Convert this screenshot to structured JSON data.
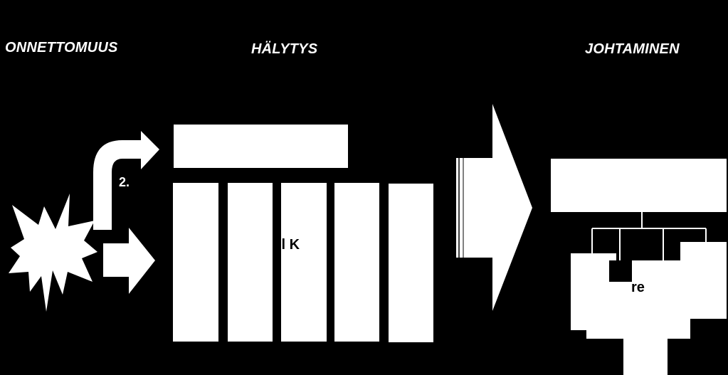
{
  "headings": {
    "accident": "ONNETTOMUUS",
    "alert": "HÄLYTYS",
    "command": "JOHTAMINEN"
  },
  "labels": {
    "step_2": "2.",
    "column_text_fragment": "ll         K",
    "lower_box_fragment": "re"
  },
  "colors": {
    "background": "#000000",
    "foreground": "#ffffff"
  }
}
